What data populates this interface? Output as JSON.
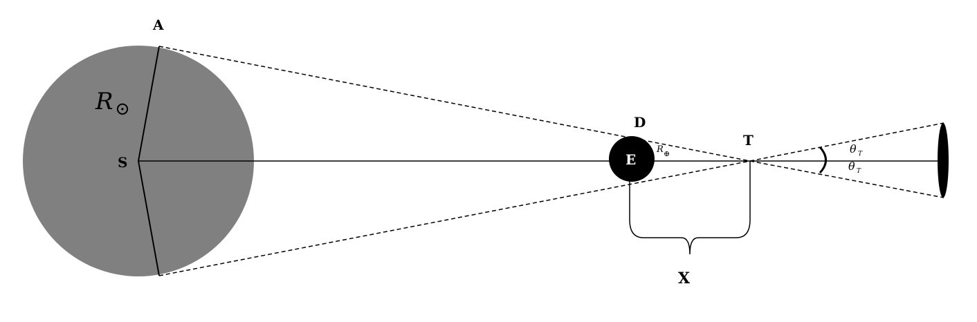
{
  "labels": {
    "A": "A",
    "S": "S",
    "D": "D",
    "E": "E",
    "T": "T",
    "X": "X",
    "sun_radius_main": "R",
    "sun_radius_symbol": "⊙",
    "earth_radius_main": "R",
    "earth_radius_symbol": "⊕",
    "theta_upper": "θ",
    "theta_upper_sub": "T",
    "theta_lower": "θ",
    "theta_lower_sub": "T"
  },
  "colors": {
    "sun": "#808080",
    "earth": "#000000",
    "lines": "#000000",
    "background": "#ffffff"
  }
}
